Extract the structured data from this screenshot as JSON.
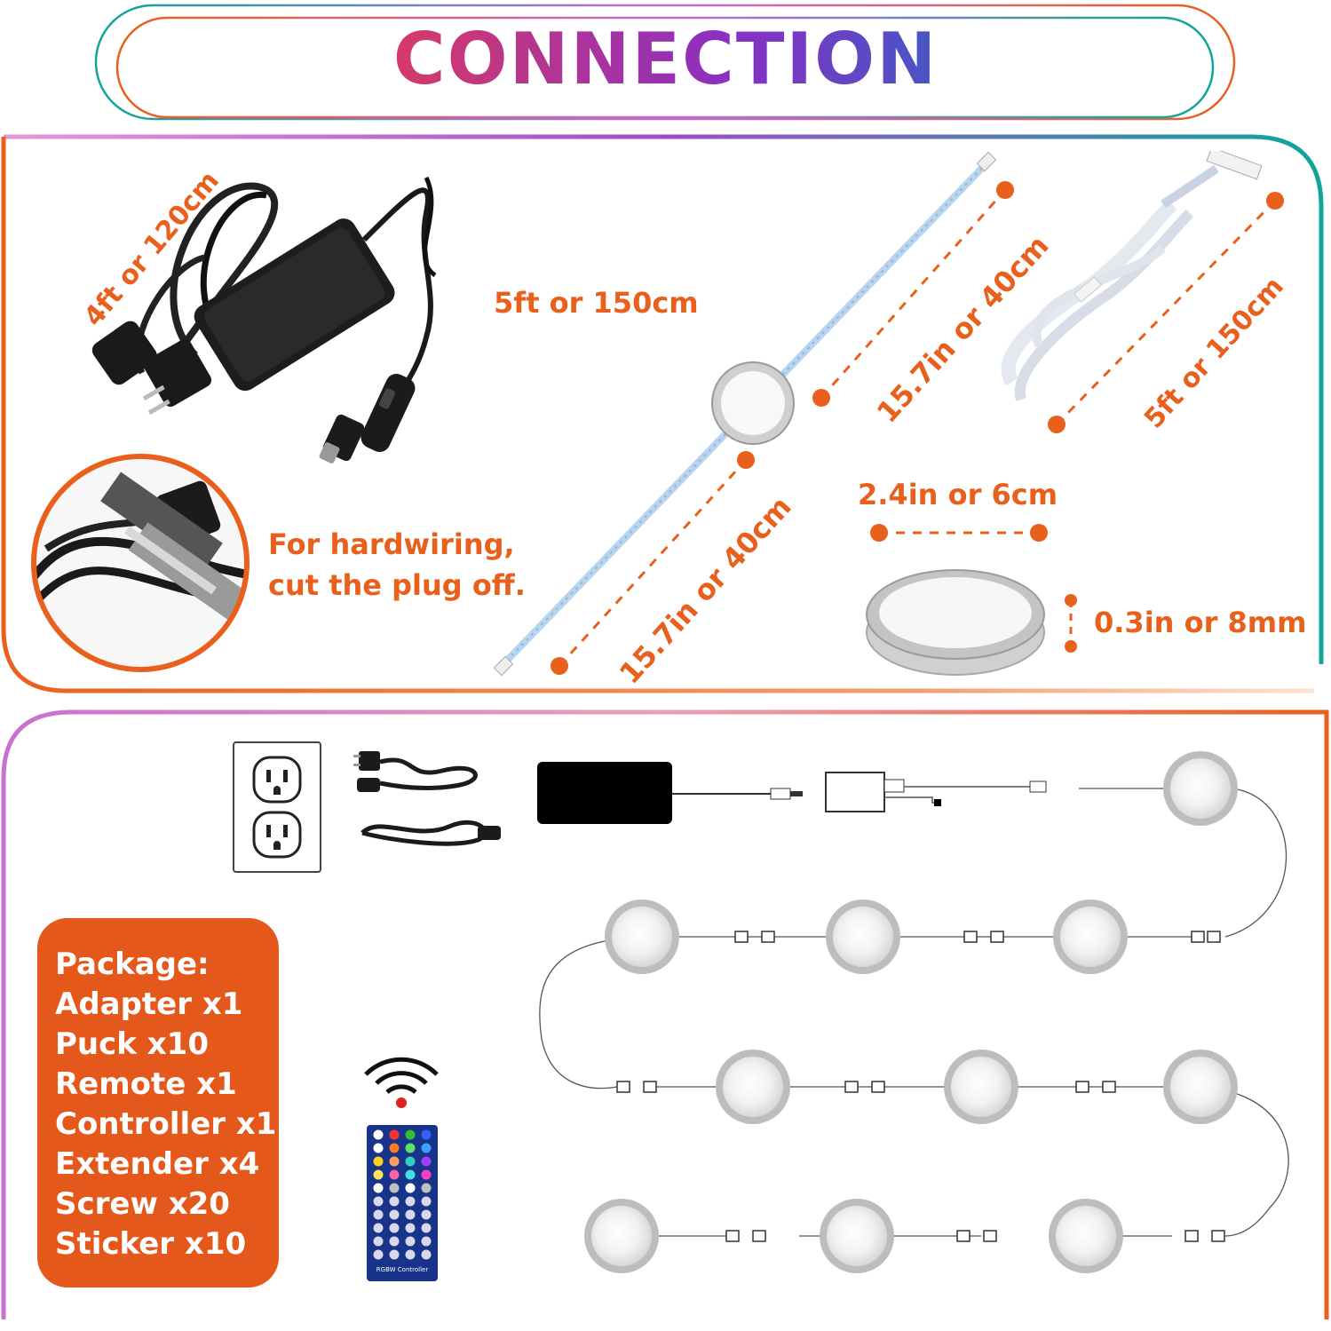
{
  "header": {
    "title": "CONNECTION"
  },
  "dimensions": {
    "power_cord": "4ft or 120cm",
    "adapter_cable": "5ft or 150cm",
    "puck_wire_upper": "15.7in or 40cm",
    "puck_wire_lower": "15.7in or 40cm",
    "extension_cable": "5ft or 150cm",
    "puck_diameter": "2.4in or 6cm",
    "puck_thickness": "0.3in or 8mm"
  },
  "hardwiring_note": {
    "line1": "For hardwiring,",
    "line2": "cut the plug off."
  },
  "package": {
    "heading": "Package:",
    "items": [
      "Adapter x1",
      "Puck x10",
      "Remote x1",
      "Controller x1",
      "Extender x4",
      "Screw x20",
      "Sticker x10"
    ]
  },
  "remote": {
    "label": "RGBW Controller"
  },
  "colors": {
    "accent": "#e8601c",
    "package_bg": "#e5581c",
    "frame_teal": "#0fa59a",
    "frame_purple": "#8a2fc4"
  }
}
